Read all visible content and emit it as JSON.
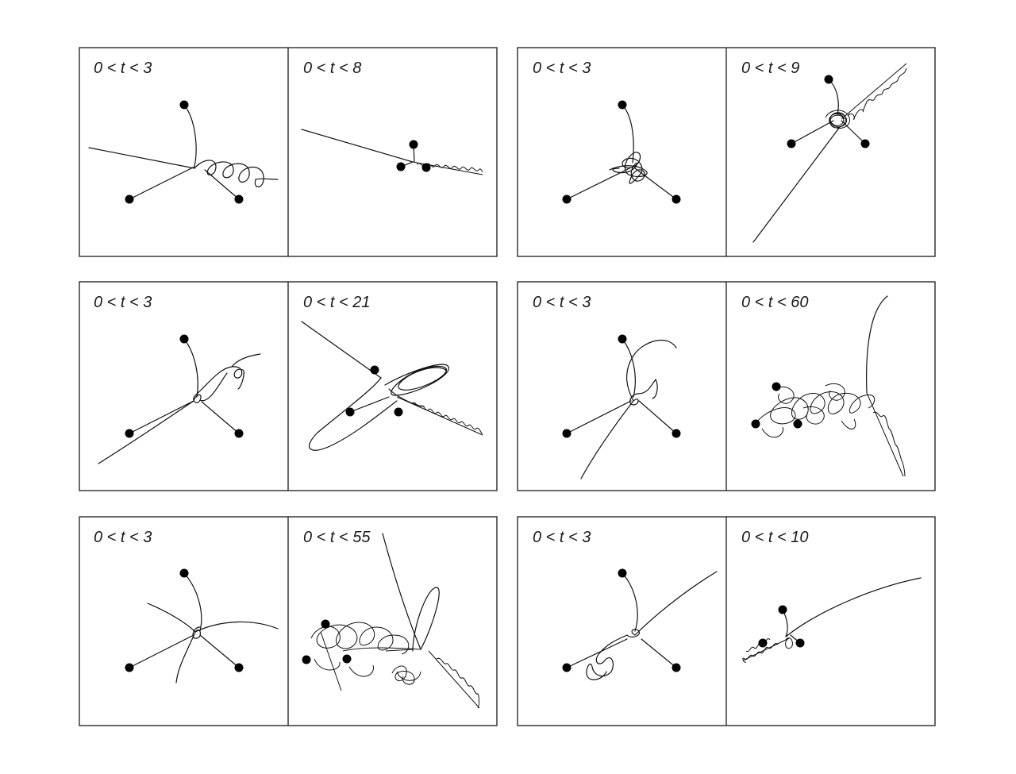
{
  "panel_groups": [
    {
      "panels": [
        {
          "label": "0 < t < 3"
        },
        {
          "label": "0 < t < 8"
        }
      ]
    },
    {
      "panels": [
        {
          "label": "0 < t < 3"
        },
        {
          "label": "0 < t < 9"
        }
      ]
    },
    {
      "panels": [
        {
          "label": "0 < t < 3"
        },
        {
          "label": "0 < t < 21"
        }
      ]
    },
    {
      "panels": [
        {
          "label": "0 < t < 3"
        },
        {
          "label": "0 < t < 60"
        }
      ]
    },
    {
      "panels": [
        {
          "label": "0 < t < 3"
        },
        {
          "label": "0 < t < 55"
        }
      ]
    },
    {
      "panels": [
        {
          "label": "0 < t < 3"
        },
        {
          "label": "0 < t < 10"
        }
      ]
    }
  ],
  "colors": {
    "ink": "#111111",
    "background": "#ffffff"
  },
  "point_mass_icon": "filled-circle"
}
